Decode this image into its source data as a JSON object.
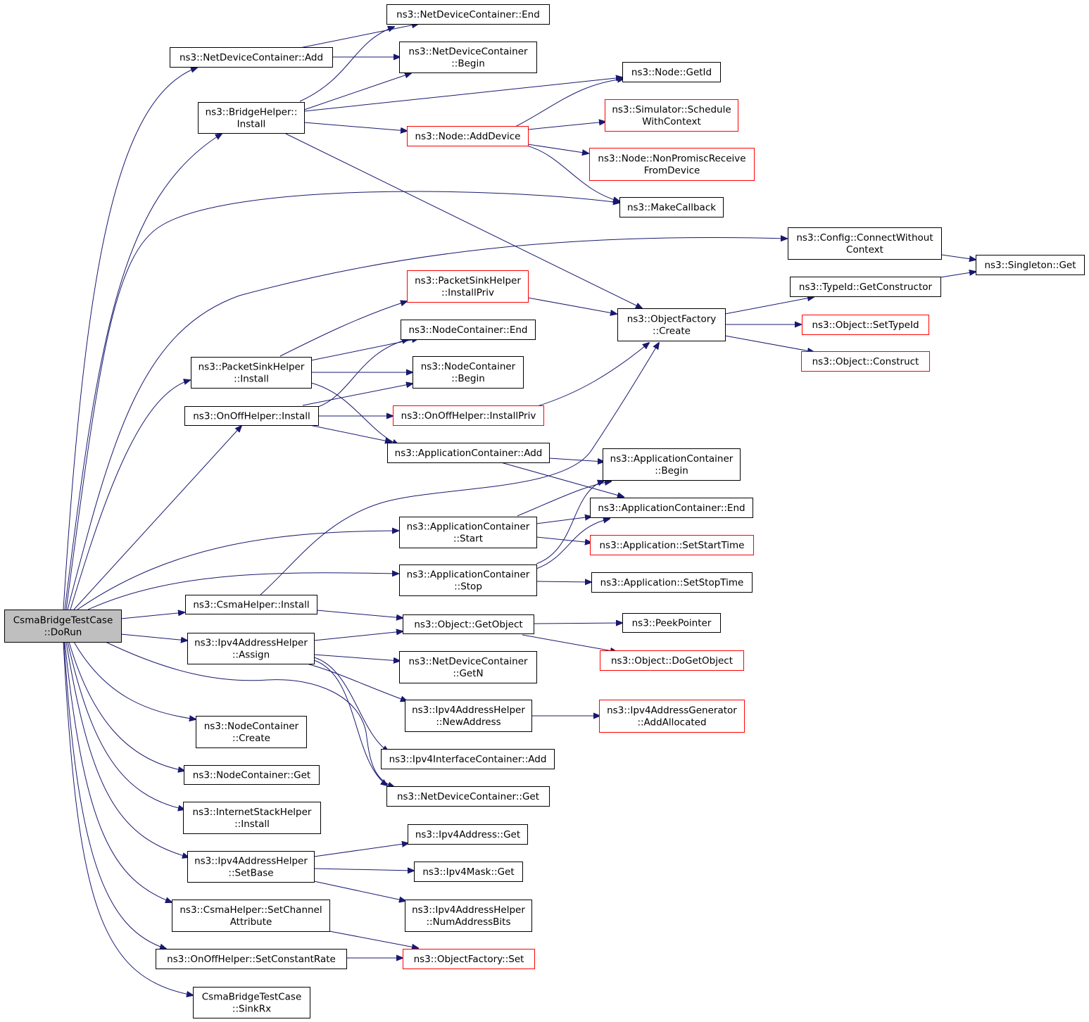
{
  "colors": {
    "edge": "#191970",
    "documented_border": "#000000",
    "undocumented_border": "#ff0000",
    "root_fill": "#bfbfbf"
  },
  "nodes": [
    {
      "id": "root",
      "lines": [
        "CsmaBridgeTestCase",
        "::DoRun"
      ],
      "kind": "root"
    },
    {
      "id": "ndc_add",
      "lines": [
        "ns3::NetDeviceContainer::Add"
      ],
      "kind": "doc"
    },
    {
      "id": "bridge_install",
      "lines": [
        "ns3::BridgeHelper::",
        "Install"
      ],
      "kind": "doc"
    },
    {
      "id": "psh_install",
      "lines": [
        "ns3::PacketSinkHelper",
        "::Install"
      ],
      "kind": "doc"
    },
    {
      "id": "onoff_install",
      "lines": [
        "ns3::OnOffHelper::Install"
      ],
      "kind": "doc"
    },
    {
      "id": "appc_start",
      "lines": [
        "ns3::ApplicationContainer",
        "::Start"
      ],
      "kind": "doc"
    },
    {
      "id": "appc_stop",
      "lines": [
        "ns3::ApplicationContainer",
        "::Stop"
      ],
      "kind": "doc"
    },
    {
      "id": "csma_install",
      "lines": [
        "ns3::CsmaHelper::Install"
      ],
      "kind": "doc"
    },
    {
      "id": "ipv4h_assign",
      "lines": [
        "ns3::Ipv4AddressHelper",
        "::Assign"
      ],
      "kind": "doc"
    },
    {
      "id": "nc_create",
      "lines": [
        "ns3::NodeContainer",
        "::Create"
      ],
      "kind": "doc"
    },
    {
      "id": "nc_get",
      "lines": [
        "ns3::NodeContainer::Get"
      ],
      "kind": "doc"
    },
    {
      "id": "ish_install",
      "lines": [
        "ns3::InternetStackHelper",
        "::Install"
      ],
      "kind": "doc"
    },
    {
      "id": "ipv4h_setbase",
      "lines": [
        "ns3::Ipv4AddressHelper",
        "::SetBase"
      ],
      "kind": "doc"
    },
    {
      "id": "csma_setchan",
      "lines": [
        "ns3::CsmaHelper::SetChannel",
        "Attribute"
      ],
      "kind": "doc"
    },
    {
      "id": "onoff_setrate",
      "lines": [
        "ns3::OnOffHelper::SetConstantRate"
      ],
      "kind": "doc"
    },
    {
      "id": "sinkrx",
      "lines": [
        "CsmaBridgeTestCase",
        "::SinkRx"
      ],
      "kind": "doc"
    },
    {
      "id": "ndc_end",
      "lines": [
        "ns3::NetDeviceContainer::End"
      ],
      "kind": "doc"
    },
    {
      "id": "ndc_begin",
      "lines": [
        "ns3::NetDeviceContainer",
        "::Begin"
      ],
      "kind": "doc"
    },
    {
      "id": "node_adddevice",
      "lines": [
        "ns3::Node::AddDevice"
      ],
      "kind": "undoc"
    },
    {
      "id": "psh_installpriv",
      "lines": [
        "ns3::PacketSinkHelper",
        "::InstallPriv"
      ],
      "kind": "undoc"
    },
    {
      "id": "nc_end",
      "lines": [
        "ns3::NodeContainer::End"
      ],
      "kind": "doc"
    },
    {
      "id": "nc_begin",
      "lines": [
        "ns3::NodeContainer",
        "::Begin"
      ],
      "kind": "doc"
    },
    {
      "id": "onoff_installpriv",
      "lines": [
        "ns3::OnOffHelper::InstallPriv"
      ],
      "kind": "undoc"
    },
    {
      "id": "appc_add",
      "lines": [
        "ns3::ApplicationContainer::Add"
      ],
      "kind": "doc"
    },
    {
      "id": "obj_getobject",
      "lines": [
        "ns3::Object::GetObject"
      ],
      "kind": "doc"
    },
    {
      "id": "ndc_getn",
      "lines": [
        "ns3::NetDeviceContainer",
        "::GetN"
      ],
      "kind": "doc"
    },
    {
      "id": "ipv4h_newaddr",
      "lines": [
        "ns3::Ipv4AddressHelper",
        "::NewAddress"
      ],
      "kind": "doc"
    },
    {
      "id": "ipv4ic_add",
      "lines": [
        "ns3::Ipv4InterfaceContainer::Add"
      ],
      "kind": "doc"
    },
    {
      "id": "ndc_get",
      "lines": [
        "ns3::NetDeviceContainer::Get"
      ],
      "kind": "doc"
    },
    {
      "id": "ipv4addr_get",
      "lines": [
        "ns3::Ipv4Address::Get"
      ],
      "kind": "doc"
    },
    {
      "id": "ipv4mask_get",
      "lines": [
        "ns3::Ipv4Mask::Get"
      ],
      "kind": "doc"
    },
    {
      "id": "ipv4h_numbits",
      "lines": [
        "ns3::Ipv4AddressHelper",
        "::NumAddressBits"
      ],
      "kind": "doc"
    },
    {
      "id": "of_set",
      "lines": [
        "ns3::ObjectFactory::Set"
      ],
      "kind": "undoc"
    },
    {
      "id": "node_getid",
      "lines": [
        "ns3::Node::GetId"
      ],
      "kind": "doc"
    },
    {
      "id": "sim_schedule",
      "lines": [
        "ns3::Simulator::Schedule",
        "WithContext"
      ],
      "kind": "undoc"
    },
    {
      "id": "node_nonpromisc",
      "lines": [
        "ns3::Node::NonPromiscReceive",
        "FromDevice"
      ],
      "kind": "undoc"
    },
    {
      "id": "makecallback",
      "lines": [
        "ns3::MakeCallback"
      ],
      "kind": "doc"
    },
    {
      "id": "config_connect",
      "lines": [
        "ns3::Config::ConnectWithout",
        "Context"
      ],
      "kind": "doc"
    },
    {
      "id": "of_create",
      "lines": [
        "ns3::ObjectFactory",
        "::Create"
      ],
      "kind": "doc"
    },
    {
      "id": "appc_begin",
      "lines": [
        "ns3::ApplicationContainer",
        "::Begin"
      ],
      "kind": "doc"
    },
    {
      "id": "appc_end",
      "lines": [
        "ns3::ApplicationContainer::End"
      ],
      "kind": "doc"
    },
    {
      "id": "app_setstart",
      "lines": [
        "ns3::Application::SetStartTime"
      ],
      "kind": "undoc"
    },
    {
      "id": "app_setstop",
      "lines": [
        "ns3::Application::SetStopTime"
      ],
      "kind": "doc"
    },
    {
      "id": "peekpointer",
      "lines": [
        "ns3::PeekPointer"
      ],
      "kind": "doc"
    },
    {
      "id": "obj_dogetobject",
      "lines": [
        "ns3::Object::DoGetObject"
      ],
      "kind": "undoc"
    },
    {
      "id": "ipv4gen_addalloc",
      "lines": [
        "ns3::Ipv4AddressGenerator",
        "::AddAllocated"
      ],
      "kind": "undoc"
    },
    {
      "id": "singleton_get",
      "lines": [
        "ns3::Singleton::Get"
      ],
      "kind": "doc"
    },
    {
      "id": "typeid_getctor",
      "lines": [
        "ns3::TypeId::GetConstructor"
      ],
      "kind": "doc"
    },
    {
      "id": "obj_settypeid",
      "lines": [
        "ns3::Object::SetTypeId"
      ],
      "kind": "undoc"
    },
    {
      "id": "obj_construct",
      "lines": [
        "ns3::Object::Construct"
      ],
      "kind": "undoc"
    }
  ]
}
